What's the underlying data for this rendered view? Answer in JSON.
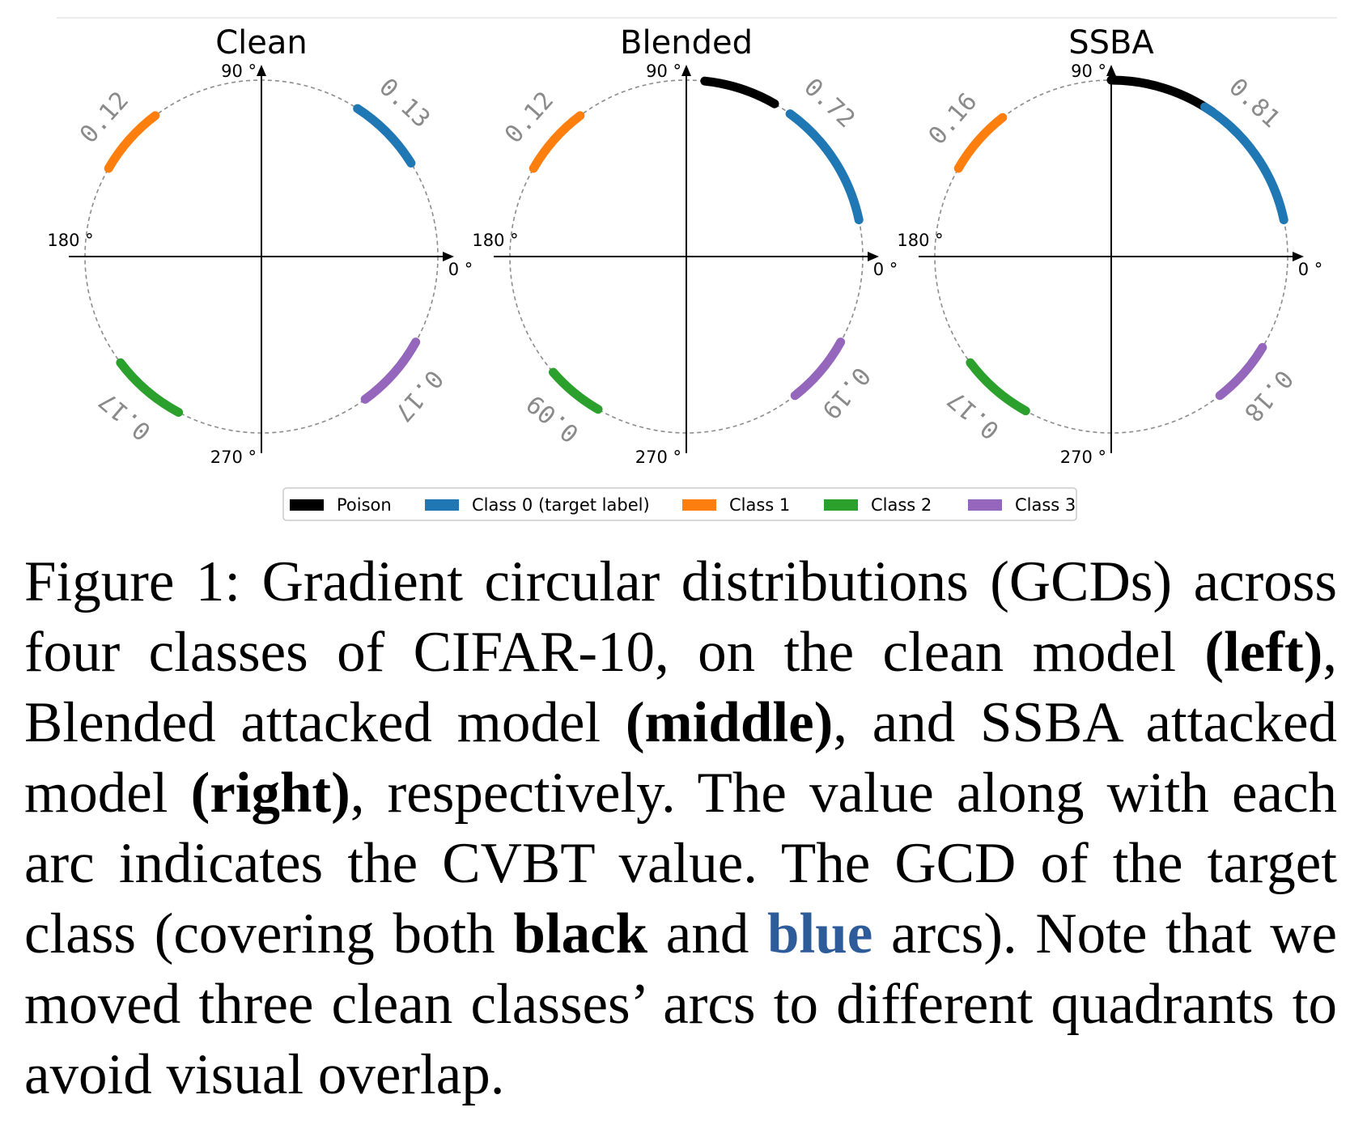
{
  "chart_data": [
    {
      "type": "scatter",
      "title": "Clean",
      "axis_labels": {
        "deg0": "0 °",
        "deg90": "90 °",
        "deg180": "180 °",
        "deg270": "270 °"
      },
      "arcs": [
        {
          "series": "Class 0 (target label)",
          "start_deg": 32,
          "end_deg": 57,
          "cvbt": "0.13"
        },
        {
          "series": "Class 1",
          "start_deg": 127,
          "end_deg": 150,
          "cvbt": "0.12"
        },
        {
          "series": "Class 2",
          "start_deg": 217,
          "end_deg": 242,
          "cvbt": "0.17"
        },
        {
          "series": "Class 3",
          "start_deg": 306,
          "end_deg": 331,
          "cvbt": "0.17"
        }
      ]
    },
    {
      "type": "scatter",
      "title": "Blended",
      "axis_labels": {
        "deg0": "0 °",
        "deg90": "90 °",
        "deg180": "180 °",
        "deg270": "270 °"
      },
      "arcs": [
        {
          "series": "Poison",
          "start_deg": 60,
          "end_deg": 84,
          "cvbt": "0.72"
        },
        {
          "series": "Class 0 (target label)",
          "start_deg": 12,
          "end_deg": 54,
          "cvbt": "0.72"
        },
        {
          "series": "Class 1",
          "start_deg": 127,
          "end_deg": 150,
          "cvbt": "0.12"
        },
        {
          "series": "Class 2",
          "start_deg": 221,
          "end_deg": 240,
          "cvbt": "0.09"
        },
        {
          "series": "Class 3",
          "start_deg": 308,
          "end_deg": 331,
          "cvbt": "0.19"
        }
      ]
    },
    {
      "type": "scatter",
      "title": "SSBA",
      "axis_labels": {
        "deg0": "0 °",
        "deg90": "90 °",
        "deg180": "180 °",
        "deg270": "270 °"
      },
      "arcs": [
        {
          "series": "Poison",
          "start_deg": 55,
          "end_deg": 90,
          "cvbt": "0.81"
        },
        {
          "series": "Class 0 (target label)",
          "start_deg": 12,
          "end_deg": 58,
          "cvbt": "0.81"
        },
        {
          "series": "Class 1",
          "start_deg": 128,
          "end_deg": 150,
          "cvbt": "0.16"
        },
        {
          "series": "Class 2",
          "start_deg": 217,
          "end_deg": 241,
          "cvbt": "0.17"
        },
        {
          "series": "Class 3",
          "start_deg": 308,
          "end_deg": 329,
          "cvbt": "0.18"
        }
      ]
    }
  ],
  "legend": {
    "items": [
      {
        "name": "Poison",
        "color": "#000000"
      },
      {
        "name": "Class 0 (target label)",
        "color": "#1f77b4"
      },
      {
        "name": "Class 1",
        "color": "#ff7f0e"
      },
      {
        "name": "Class 2",
        "color": "#2ca02c"
      },
      {
        "name": "Class 3",
        "color": "#9467bd"
      }
    ]
  },
  "caption": {
    "lead": "Figure 1:  Gradient circular distributions (GCDs) across four classes of CIFAR-10, on the clean model ",
    "b_left": "(left)",
    "t1": ", Blended attacked model ",
    "b_middle": "(middle)",
    "t2": ", and SSBA attacked model ",
    "b_right": "(right)",
    "t3": ", respectively.  The value along with each arc indicates the CVBT value. The GCD of the target class (covering both ",
    "b_black": "black",
    "t4": " and ",
    "b_blue": "blue",
    "t5": " arcs). Note that we moved three clean classes’ arcs to different quadrants to avoid visual overlap."
  }
}
